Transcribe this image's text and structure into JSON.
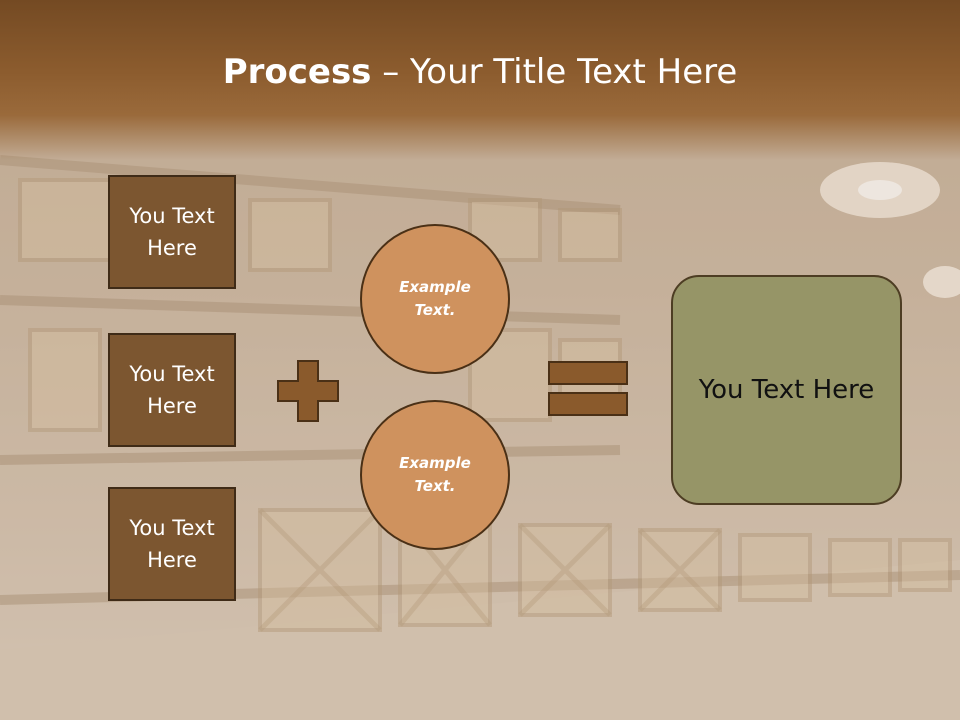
{
  "slide": {
    "title_bold": "Process",
    "title_rest": " – Your Title Text Here",
    "boxes": [
      {
        "line1": "You Text",
        "line2": "Here"
      },
      {
        "line1": "You Text",
        "line2": "Here"
      },
      {
        "line1": "You Text",
        "line2": "Here"
      }
    ],
    "circles": [
      {
        "line1": "Example",
        "line2": "Text."
      },
      {
        "line1": "Example",
        "line2": "Text."
      }
    ],
    "result": "You Text Here"
  },
  "colors": {
    "title_bar": "#8c5c2e",
    "box_fill": "#7c5630",
    "circle_fill": "#cf925e",
    "result_fill": "#969567",
    "operator_fill": "#8a5a2c"
  },
  "icons": [
    "plus-icon",
    "equals-icon"
  ]
}
